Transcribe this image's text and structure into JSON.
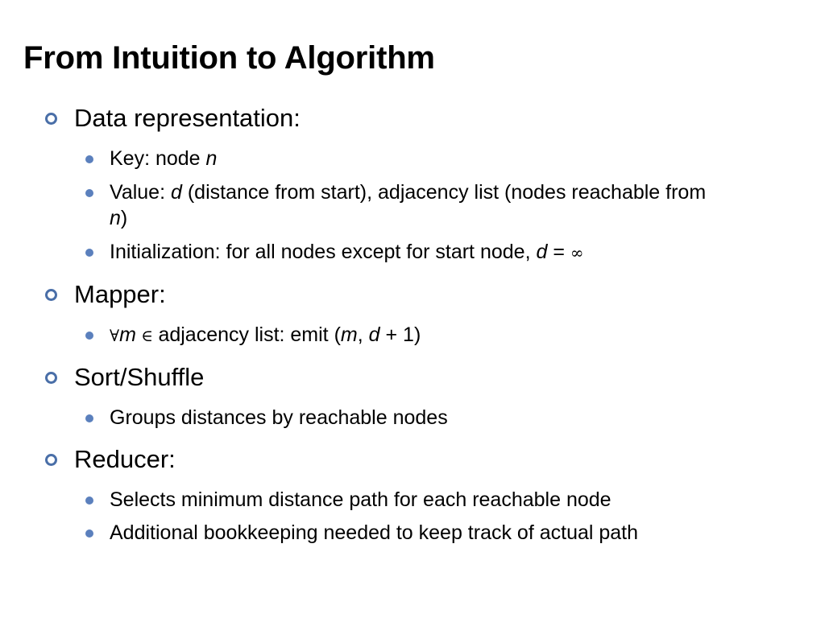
{
  "slide": {
    "title": "From Intuition to Algorithm",
    "sections": [
      {
        "heading": "Data representation:",
        "bullets": [
          {
            "prefix": "Key: node ",
            "var": "n"
          },
          {
            "prefix": "Value: ",
            "var": "d",
            "rest": " (distance from start), adjacency list (nodes reachable from",
            "var2": "n",
            "suffix": ")"
          },
          {
            "prefix": "Initialization: for all nodes except for start node, ",
            "var": "d",
            "op": " = ",
            "inf": "∞"
          }
        ]
      },
      {
        "heading": "Mapper:",
        "bullets": [
          {
            "forall": "∀",
            "var": "m",
            "elem": " ∈ ",
            "rest": "adjacency list: emit (",
            "var2": "m",
            "comma": ", ",
            "var3": "d",
            "plus": " + ",
            "suffix": "1)"
          }
        ]
      },
      {
        "heading": "Sort/Shuffle",
        "bullets": [
          {
            "text": "Groups distances by reachable nodes"
          }
        ]
      },
      {
        "heading": "Reducer:",
        "bullets": [
          {
            "text": "Selects minimum distance path for each reachable node"
          },
          {
            "text": "Additional bookkeeping needed to keep track of actual path"
          }
        ]
      }
    ]
  },
  "colors": {
    "bullet_ring": "#4a6fa8",
    "bullet_dot": "#5b80bd"
  }
}
